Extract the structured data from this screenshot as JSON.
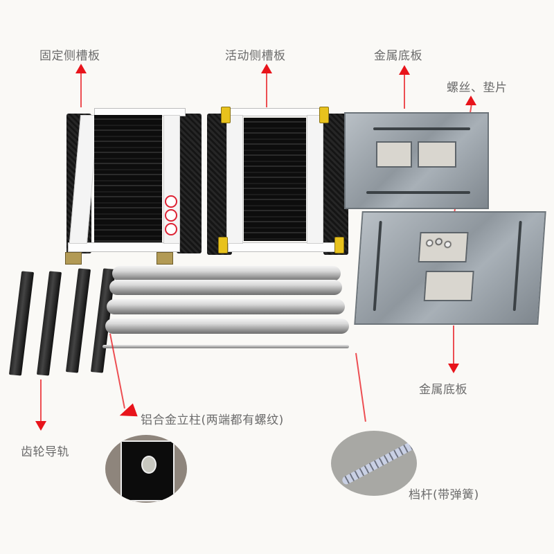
{
  "labels": {
    "fixed_side_slot_board": "固定侧槽板",
    "movable_side_slot_board": "活动侧槽板",
    "metal_base_plate_top": "金属底板",
    "screws_washers": "螺丝、垫片",
    "metal_base_plate_bottom": "金属底板",
    "aluminum_column": "铝合金立柱(两端都有螺纹)",
    "gear_guide_rail": "齿轮导轨",
    "stop_rod_spring": "档杆(带弹簧)"
  },
  "colors": {
    "background": "#faf9f6",
    "label_text": "#6b6b6b",
    "arrow": "#e8141b",
    "clip_yellow": "#e8c21d"
  }
}
